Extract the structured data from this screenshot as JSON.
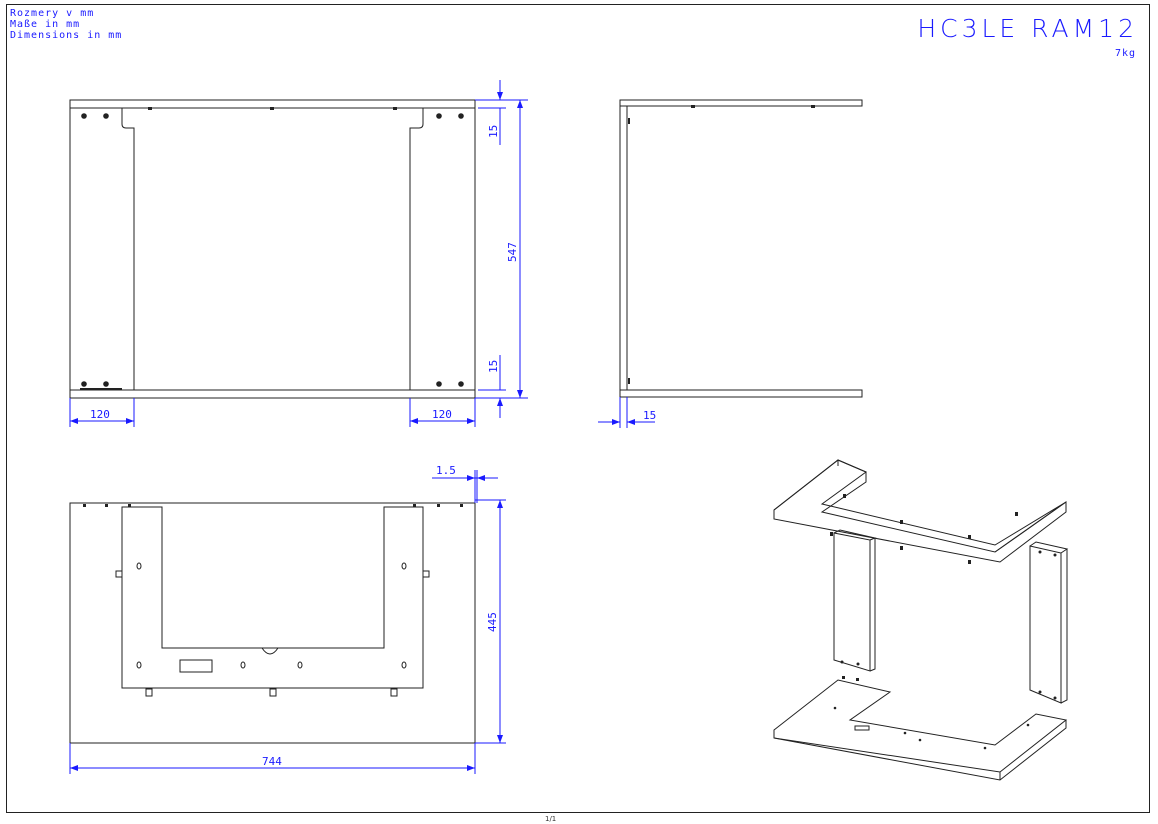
{
  "notes": {
    "line1": "Rozmery v mm",
    "line2": "Maße in mm",
    "line3": "Dimensions in mm"
  },
  "title": "HC3LE RAM12",
  "weight": "7kg",
  "page": "1/1",
  "dimensions": {
    "front_top_flange": "15",
    "front_height": "547",
    "front_bottom_flange": "15",
    "front_left_width": "120",
    "front_right_width": "120",
    "side_flange": "15",
    "top_offset": "1.5",
    "top_depth": "445",
    "top_width": "744"
  },
  "colors": {
    "dimension": "#1a1aff",
    "outline": "#222222"
  }
}
